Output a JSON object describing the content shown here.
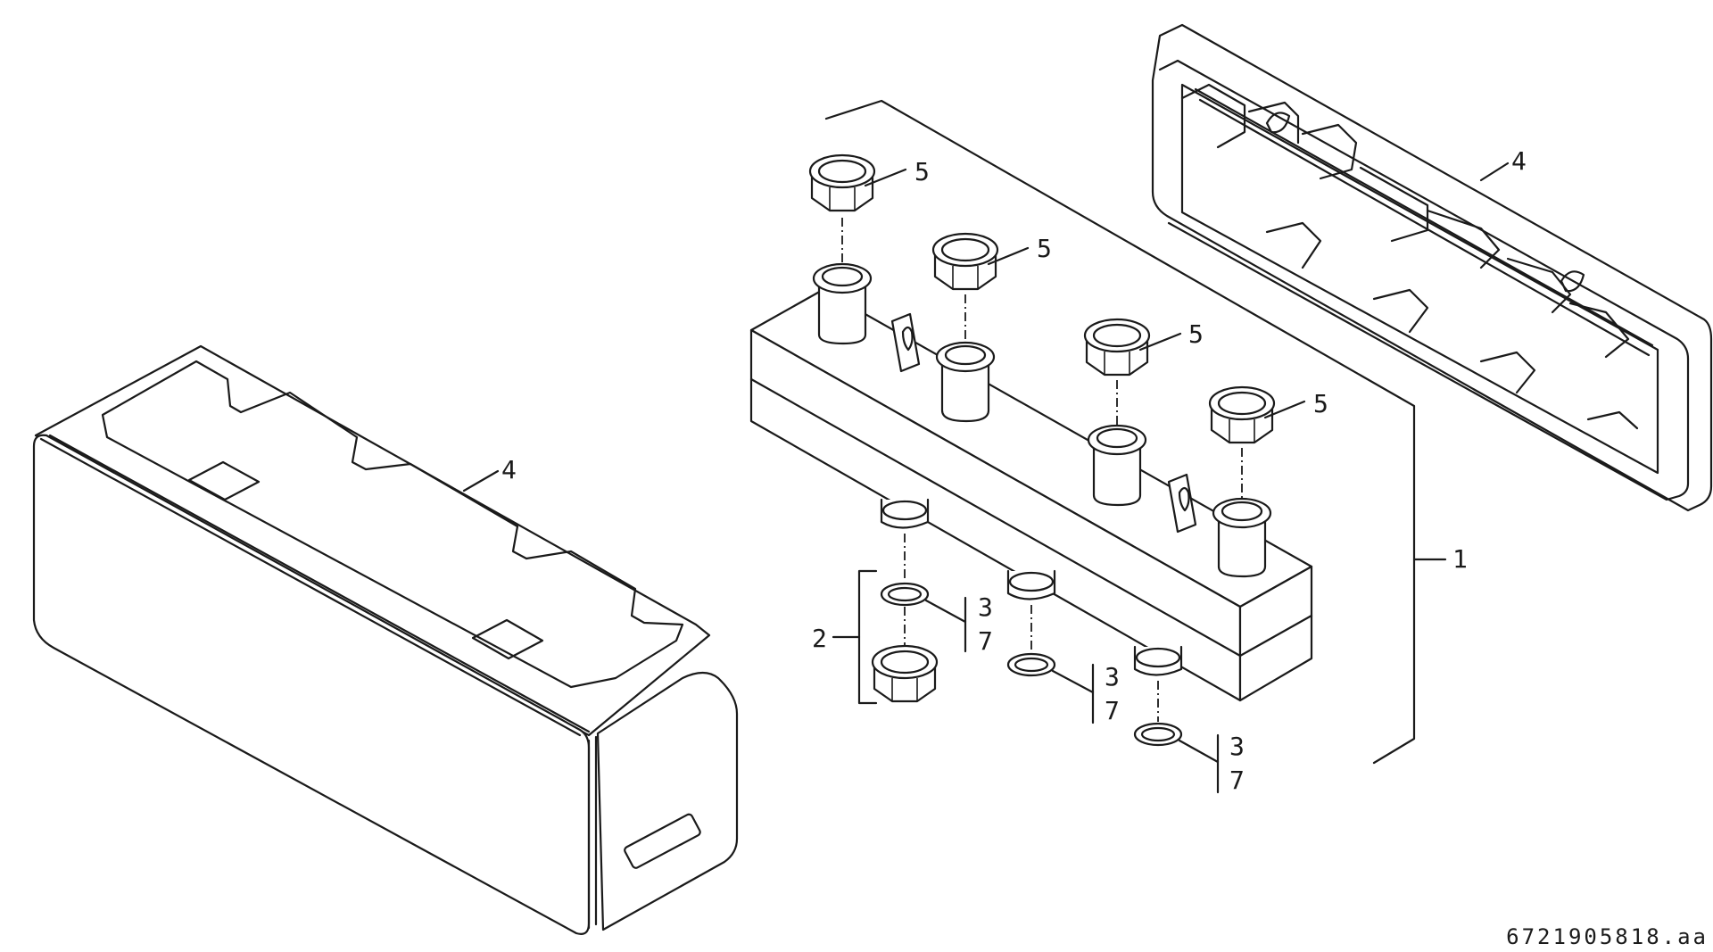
{
  "figure": {
    "title": "Exploded parts diagram: manifold assembly with insulation shells",
    "reference_code": "6721905818.aa"
  },
  "callouts": {
    "assembly": "1",
    "bracket_group": "2",
    "seal_3": "3",
    "seal_7": "7",
    "insulation": "4",
    "union_nut": "5"
  }
}
